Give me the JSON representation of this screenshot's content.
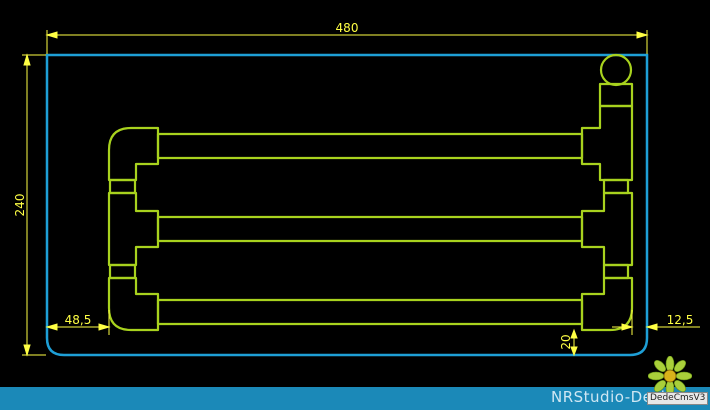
{
  "diagram": {
    "dimensions": {
      "width": "480",
      "height": "240",
      "left_offset": "48,5",
      "right_offset": "12,5",
      "bottom_offset": "20"
    },
    "colors": {
      "tank_outline": "#1e9fd6",
      "pipe": "#a8d21e",
      "dimension": "#ffff44",
      "background": "#000000",
      "footer": "#1b89b8"
    }
  },
  "footer": {
    "brand": "NRStudio-Design",
    "badge": "DedeCmsV3"
  }
}
